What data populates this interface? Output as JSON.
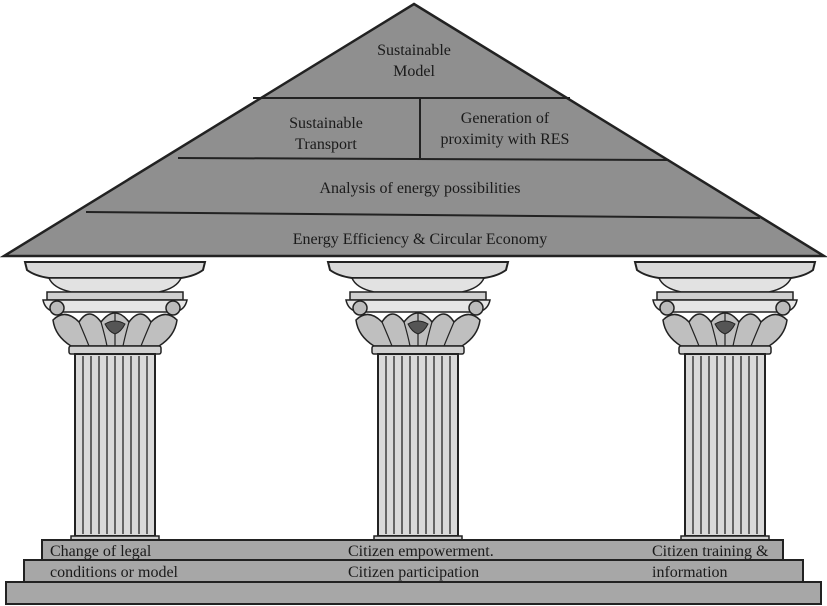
{
  "roof": {
    "top": [
      "Sustainable",
      "Model"
    ],
    "row2_left": [
      "Sustainable",
      "Transport"
    ],
    "row2_right": [
      "Generation of",
      "proximity with RES"
    ],
    "row3": "Analysis of energy possibilities",
    "row4": "Energy Efficiency & Circular Economy"
  },
  "base": {
    "left": [
      "Change of legal",
      "conditions or model"
    ],
    "center": [
      "Citizen empowerment.",
      "Citizen participation"
    ],
    "right": [
      "Citizen training &",
      "information"
    ]
  },
  "colors": {
    "roof_fill": "#8f8f8f",
    "base_fill": "#a7a7a7",
    "outline": "#222222",
    "column_fill": "#d9d9d9"
  },
  "icons": {
    "columns": "corinthian-column-icon"
  }
}
